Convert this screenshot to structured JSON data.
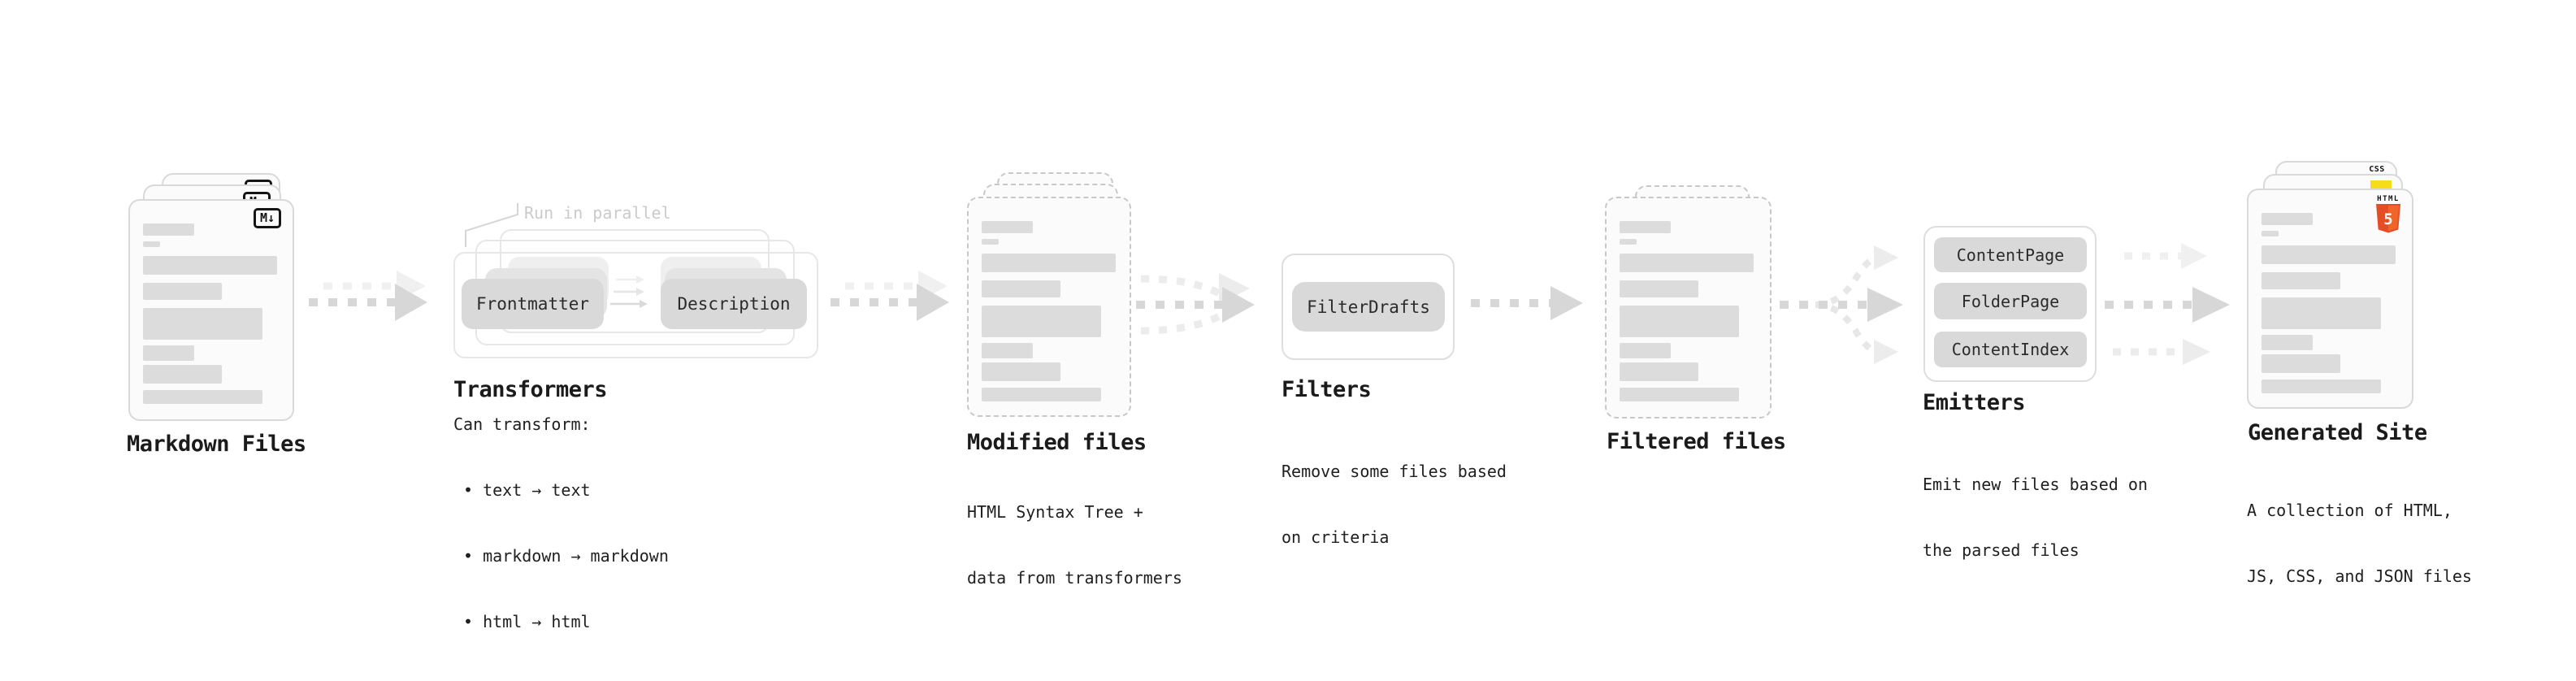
{
  "diagram": {
    "stage_markdown": {
      "label": "Markdown Files",
      "badge": "M↓"
    },
    "stage_transformers": {
      "label": "Transformers",
      "note": "Run in parallel",
      "chip_frontmatter": "Frontmatter",
      "chip_description": "Description",
      "desc_heading": "Can transform:",
      "bullets": [
        "• text → text",
        "• markdown → markdown",
        "• html → html"
      ]
    },
    "stage_modified": {
      "label": "Modified files",
      "desc": [
        "HTML Syntax Tree +",
        "data from transformers"
      ]
    },
    "stage_filters": {
      "label": "Filters",
      "chip": "FilterDrafts",
      "desc": [
        "Remove some files based",
        "on criteria"
      ]
    },
    "stage_filtered": {
      "label": "Filtered files"
    },
    "stage_emitters": {
      "label": "Emitters",
      "chips": [
        "ContentPage",
        "FolderPage",
        "ContentIndex"
      ],
      "desc": [
        "Emit new files based on",
        "the parsed files"
      ]
    },
    "stage_generated": {
      "label": "Generated Site",
      "desc": [
        "A collection of HTML,",
        "JS, CSS, and JSON files"
      ],
      "css_badge": "CSS",
      "html_badge_text": "HTML",
      "html_badge_number": "5"
    },
    "colors": {
      "html5_orange": "#e44d26",
      "html5_orange_light": "#f16529",
      "js_yellow": "#f5de19",
      "css_blue": "#2965f1"
    }
  }
}
